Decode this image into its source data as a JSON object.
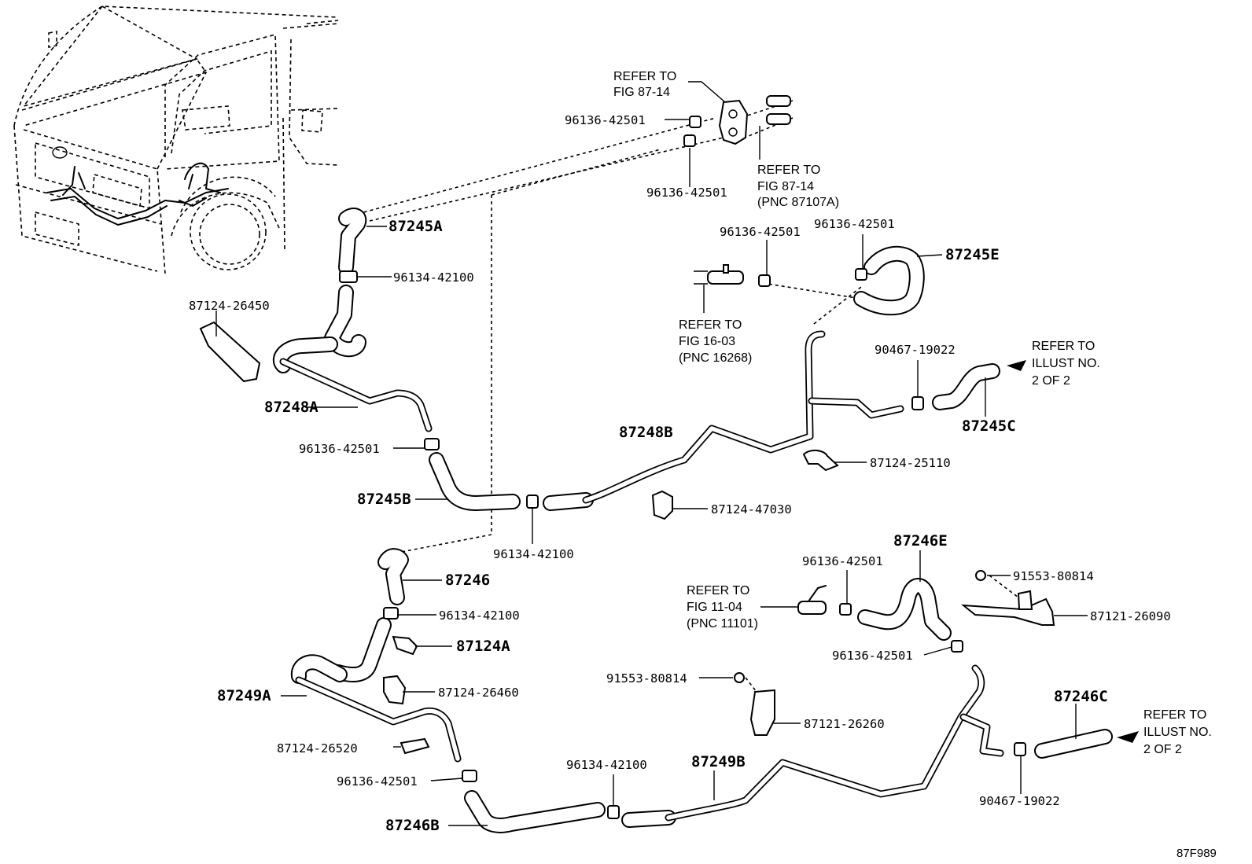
{
  "figure_id": "87F989",
  "labels": {
    "p87245A": "87245A",
    "p87245B": "87245B",
    "p87245C": "87245C",
    "p87245E": "87245E",
    "p87246": "87246",
    "p87246B": "87246B",
    "p87246C": "87246C",
    "p87246E": "87246E",
    "p87248A": "87248A",
    "p87248B": "87248B",
    "p87249A": "87249A",
    "p87249B": "87249B",
    "p87124A": "87124A",
    "clamp_96136_a": "96136-42501",
    "clamp_96136_b": "96136-42501",
    "clamp_96136_c": "96136-42501",
    "clamp_96136_d": "96136-42501",
    "clamp_96136_e": "96136-42501",
    "clamp_96136_f": "96136-42501",
    "clamp_96136_g": "96136-42501",
    "clamp_96136_h": "96136-42501",
    "clamp_96134_a": "96134-42100",
    "clamp_96134_b": "96134-42100",
    "clamp_96134_c": "96134-42100",
    "clamp_96134_d": "96134-42100",
    "clamp_90467_a": "90467-19022",
    "clamp_90467_b": "90467-19022",
    "clip_87124_26450": "87124-26450",
    "clip_87124_25110": "87124-25110",
    "clip_87124_47030": "87124-47030",
    "clip_87124_26460": "87124-26460",
    "clip_87124_26520": "87124-26520",
    "bolt_91553_a": "91553-80814",
    "bolt_91553_b": "91553-80814",
    "bracket_87121_26090": "87121-26090",
    "bracket_87121_26260": "87121-26260"
  },
  "refs": {
    "fig8714_top": {
      "l1": "REFER TO",
      "l2": "FIG 87-14"
    },
    "fig8714_right": {
      "l1": "REFER TO",
      "l2": "FIG 87-14",
      "l3": "(PNC 87107A)"
    },
    "fig1603": {
      "l1": "REFER TO",
      "l2": "FIG 16-03",
      "l3": "(PNC 16268)"
    },
    "fig1104": {
      "l1": "REFER TO",
      "l2": "FIG 11-04",
      "l3": "(PNC 11101)"
    },
    "illust_top": {
      "l1": "REFER TO",
      "l2": "ILLUST NO.",
      "l3": "2 OF 2"
    },
    "illust_bottom": {
      "l1": "REFER TO",
      "l2": "ILLUST NO.",
      "l3": "2 OF 2"
    }
  }
}
